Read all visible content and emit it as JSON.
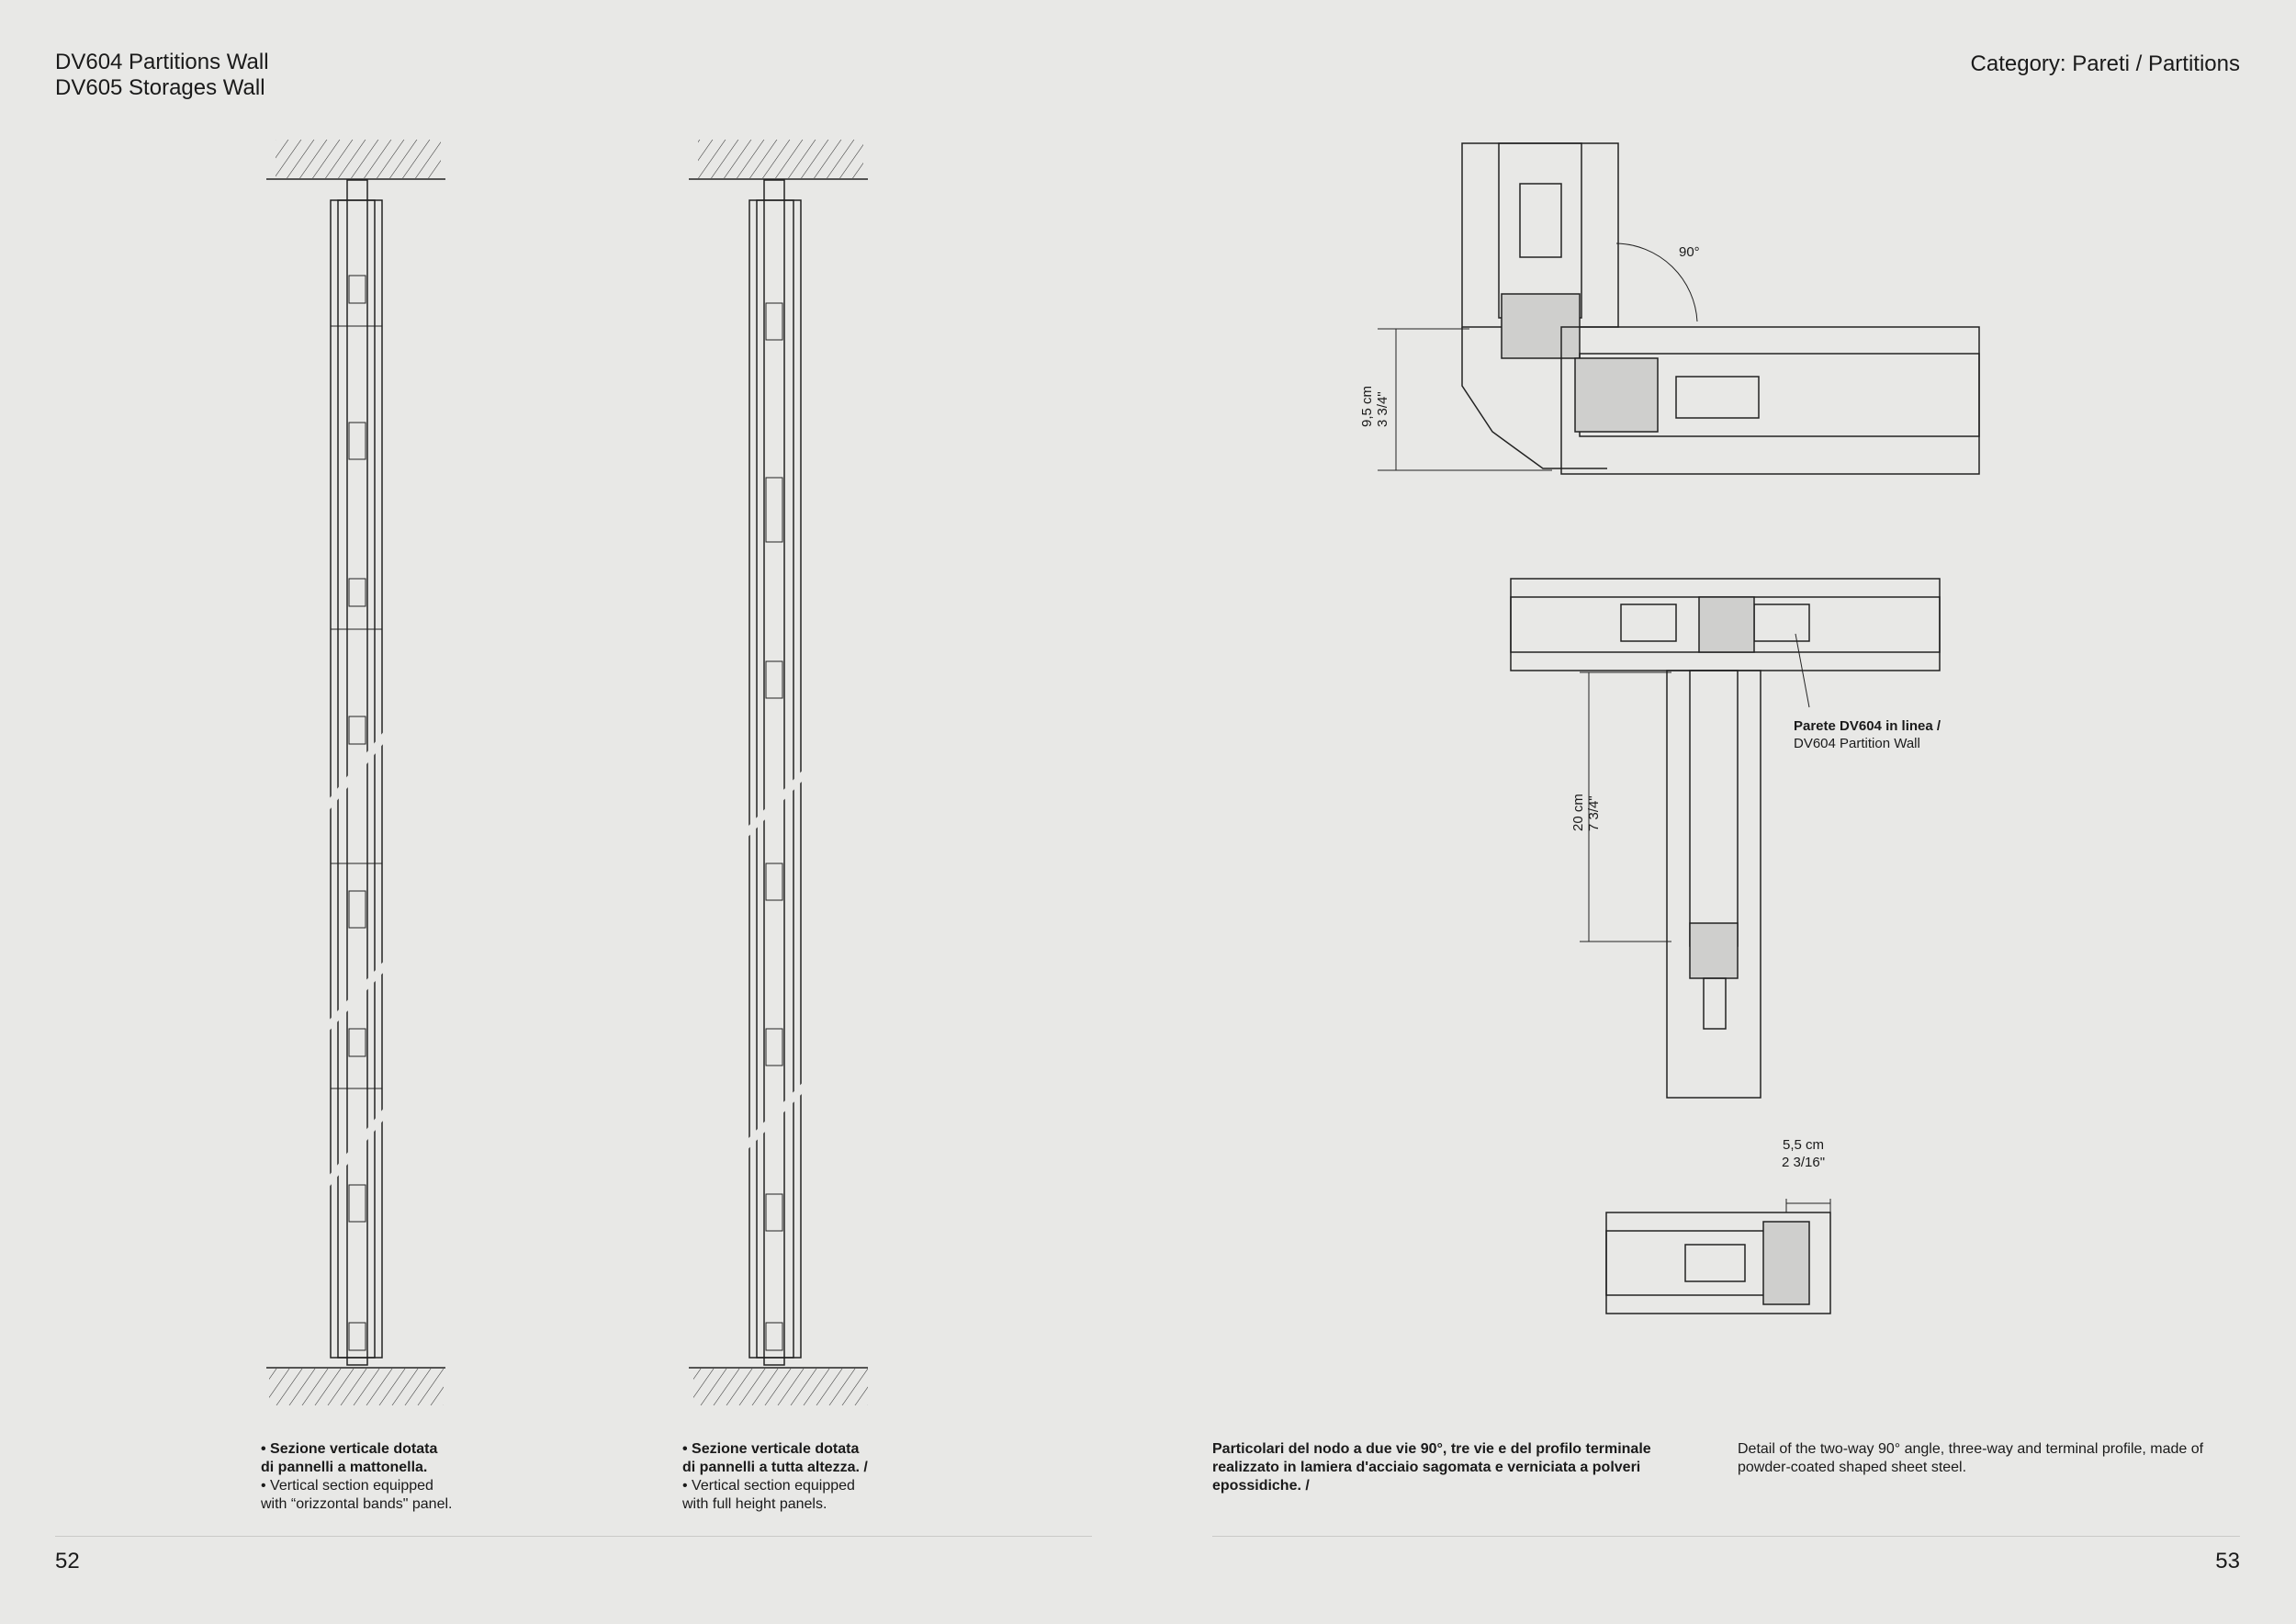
{
  "header": {
    "title_line1": "DV604 Partitions Wall",
    "title_line2": "DV605 Storages Wall",
    "category": "Category: Pareti / Partitions"
  },
  "captions": {
    "left1_it_line1": "• Sezione verticale dotata",
    "left1_it_line2": "di pannelli a mattonella.",
    "left1_en_line1": "• Vertical section equipped",
    "left1_en_line2": "with “orizzontal bands\" panel.",
    "left2_it_line1": "• Sezione verticale dotata",
    "left2_it_line2": "di pannelli a tutta altezza. /",
    "left2_en_line1": "• Vertical section equipped",
    "left2_en_line2": "with full height panels.",
    "right_it": "Particolari del nodo a due vie 90°, tre vie e del profilo terminale realizzato in lamiera d'acciaio sagomata e verniciata a polveri epossidiche. /",
    "right_en": "Detail of the two-way 90° angle, three-way and terminal profile, made of powder-coated shaped sheet steel."
  },
  "annotations": {
    "angle": "90°",
    "corner_dim_cm": "9,5 cm",
    "corner_dim_in": "3 3/4\"",
    "tee_dim_cm": "20 cm",
    "tee_dim_in": "7 3/4\"",
    "tee_label_it": "Parete DV604 in linea /",
    "tee_label_en": "DV604 Partition Wall",
    "end_dim_cm": "5,5 cm",
    "end_dim_in": "2 3/16\""
  },
  "footer": {
    "page_left": "52",
    "page_right": "53"
  }
}
